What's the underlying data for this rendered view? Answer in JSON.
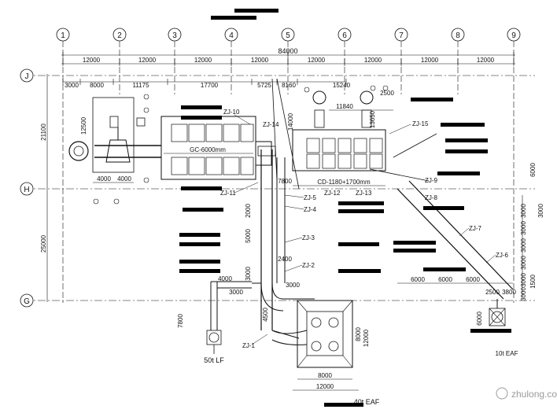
{
  "grid": {
    "columns": [
      "1",
      "2",
      "3",
      "4",
      "5",
      "6",
      "7",
      "8",
      "9"
    ],
    "rows": [
      "J",
      "H",
      "G"
    ],
    "column_spacings": [
      "12000",
      "12000",
      "12000",
      "12000",
      "12000",
      "12000",
      "12000",
      "12000"
    ],
    "total_width": "84000",
    "row_spacings": [
      "21100",
      "25000"
    ]
  },
  "top_dims": [
    "3000",
    "8000",
    "11175",
    "17700",
    "5725",
    "8160",
    "15240"
  ],
  "sub_dims": {
    "d11840": "11840",
    "d2500": "2500",
    "d13650": "13650",
    "d4000a": "4000",
    "d4000b": "4000",
    "d12500": "12500",
    "d14000": "14000",
    "d7800": "7800",
    "d4500": "4500",
    "d8000": "8000",
    "d4000c": "4000",
    "d3000a": "3000",
    "d3000b": "3000",
    "d2400": "2400",
    "d6000a": "6000",
    "d6000b": "6000",
    "d6000c": "6000",
    "d2500b": "2500",
    "d3800": "3800",
    "d8000b": "8000",
    "d12000": "12000",
    "d3000r": [
      "3000",
      "3000",
      "3000",
      "3000",
      "3000",
      "3000",
      "3000"
    ],
    "d1500": "1500",
    "d5000": "5000",
    "d2000": "2000",
    "d6000r": "6000"
  },
  "duct_labels": [
    "ZJ-1",
    "ZJ-2",
    "ZJ-3",
    "ZJ-4",
    "ZJ-5",
    "ZJ-6",
    "ZJ-7",
    "ZJ-8",
    "ZJ-9",
    "ZJ-10",
    "ZJ-11",
    "ZJ-12",
    "ZJ-13",
    "ZJ-14",
    "ZJ-15"
  ],
  "equipment": {
    "bag_filter_left": "GC-6000mm",
    "bag_filter_right": "CD-1180+1700mm",
    "lf_furnace": "50t LF",
    "eaf_furnace": "40t EAF",
    "eaf_small": "10t EAF"
  },
  "watermark": "zhulong.com",
  "colors": {
    "line": "#111111",
    "redaction": "#000000",
    "watermark": "#9a9a9a"
  }
}
